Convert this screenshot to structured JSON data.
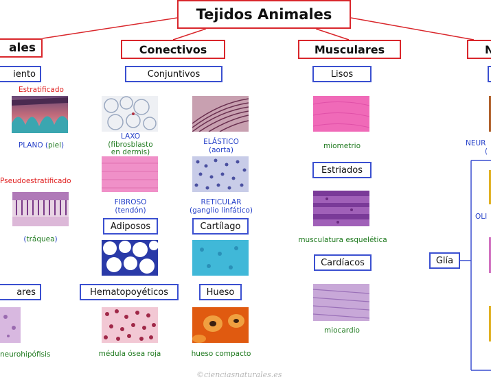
{
  "title": "Tejidos Animales",
  "categories": {
    "epiteliales_partial": "ales",
    "conectivos": "Conectivos",
    "musculares": "Musculares",
    "nerviosos_partial": "N"
  },
  "epitelial": {
    "revestimiento_partial": "iento",
    "estratificado": "Estratificado",
    "plano_main": "PLANO (",
    "plano_sub": "piel",
    "plano_end": ")",
    "pseudo": "Pseudoestratificado",
    "traquea_open": "(",
    "traquea": "tráquea",
    "traquea_close": ")",
    "glandulares_partial": "ares",
    "neurohipofisis_partial": "neurohipófisis"
  },
  "conectivos": {
    "conjuntivos": "Conjuntivos",
    "laxo": "LAXO",
    "laxo_sub1": "(fibrosblasto",
    "laxo_sub2": "en dermis)",
    "elastico": "ELÁSTICO",
    "elastico_sub": "(aorta)",
    "fibroso": "FIBROSO",
    "fibroso_sub": "(tendón)",
    "reticular": "RETICULAR",
    "reticular_sub": "(ganglio linfático)",
    "adiposos": "Adiposos",
    "cartilago": "Cartílago",
    "hematopoyeticos": "Hematopoyéticos",
    "medula": "médula ósea roja",
    "hueso": "Hueso",
    "hueso_compacto": "hueso compacto"
  },
  "musculares": {
    "lisos": "Lisos",
    "miometrio": "miometrio",
    "estriados": "Estriados",
    "esqueletica": "musculatura esquelética",
    "cardiacos": "Cardíacos",
    "miocardio": "miocardio"
  },
  "nerviosos": {
    "neuro_partial": "NEUR",
    "neuro_sub_partial": "(",
    "oli_partial": "OLI",
    "glia": "Glía"
  },
  "watermark": "©cienciasnaturales.es"
}
